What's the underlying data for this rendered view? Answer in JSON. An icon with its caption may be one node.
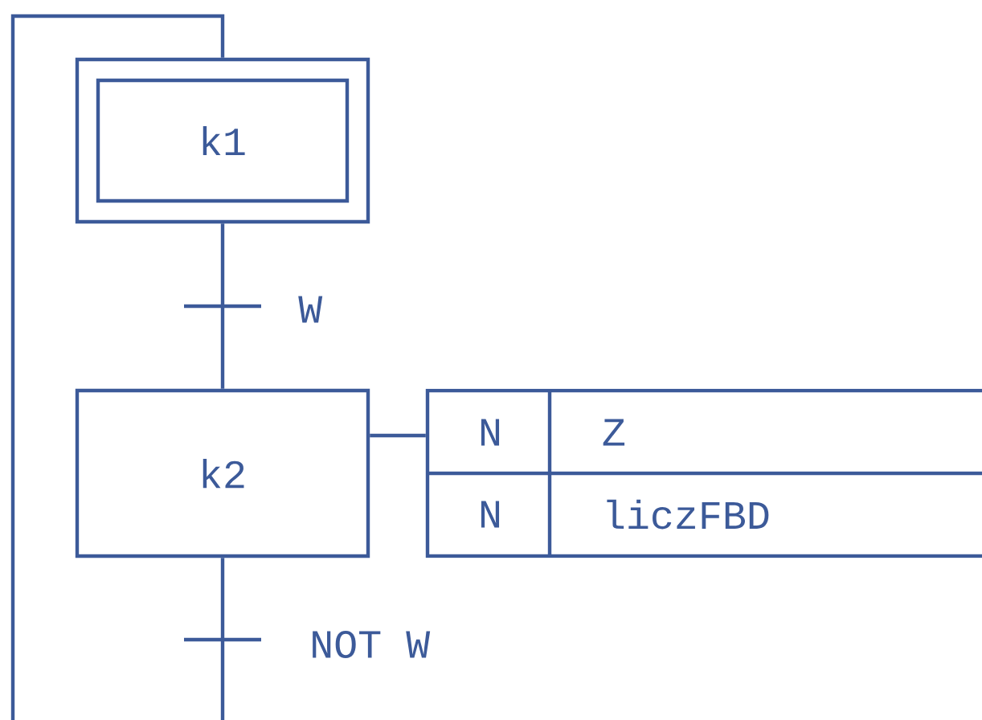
{
  "diagram": {
    "nodes": [
      {
        "text": [
          "k1"
        ]
      },
      {
        "text": [
          "k2"
        ]
      },
      {
        "text": [
          "N",
          "Z",
          "N",
          "liczFBD"
        ]
      }
    ],
    "edges": [
      {
        "from": 0,
        "to": 1,
        "arrow": "none",
        "label": "W"
      },
      {
        "from": 1,
        "to": 2,
        "arrow": "none"
      },
      {
        "from": 1,
        "to": 0,
        "arrow": "none",
        "label": "NOT W"
      }
    ]
  }
}
